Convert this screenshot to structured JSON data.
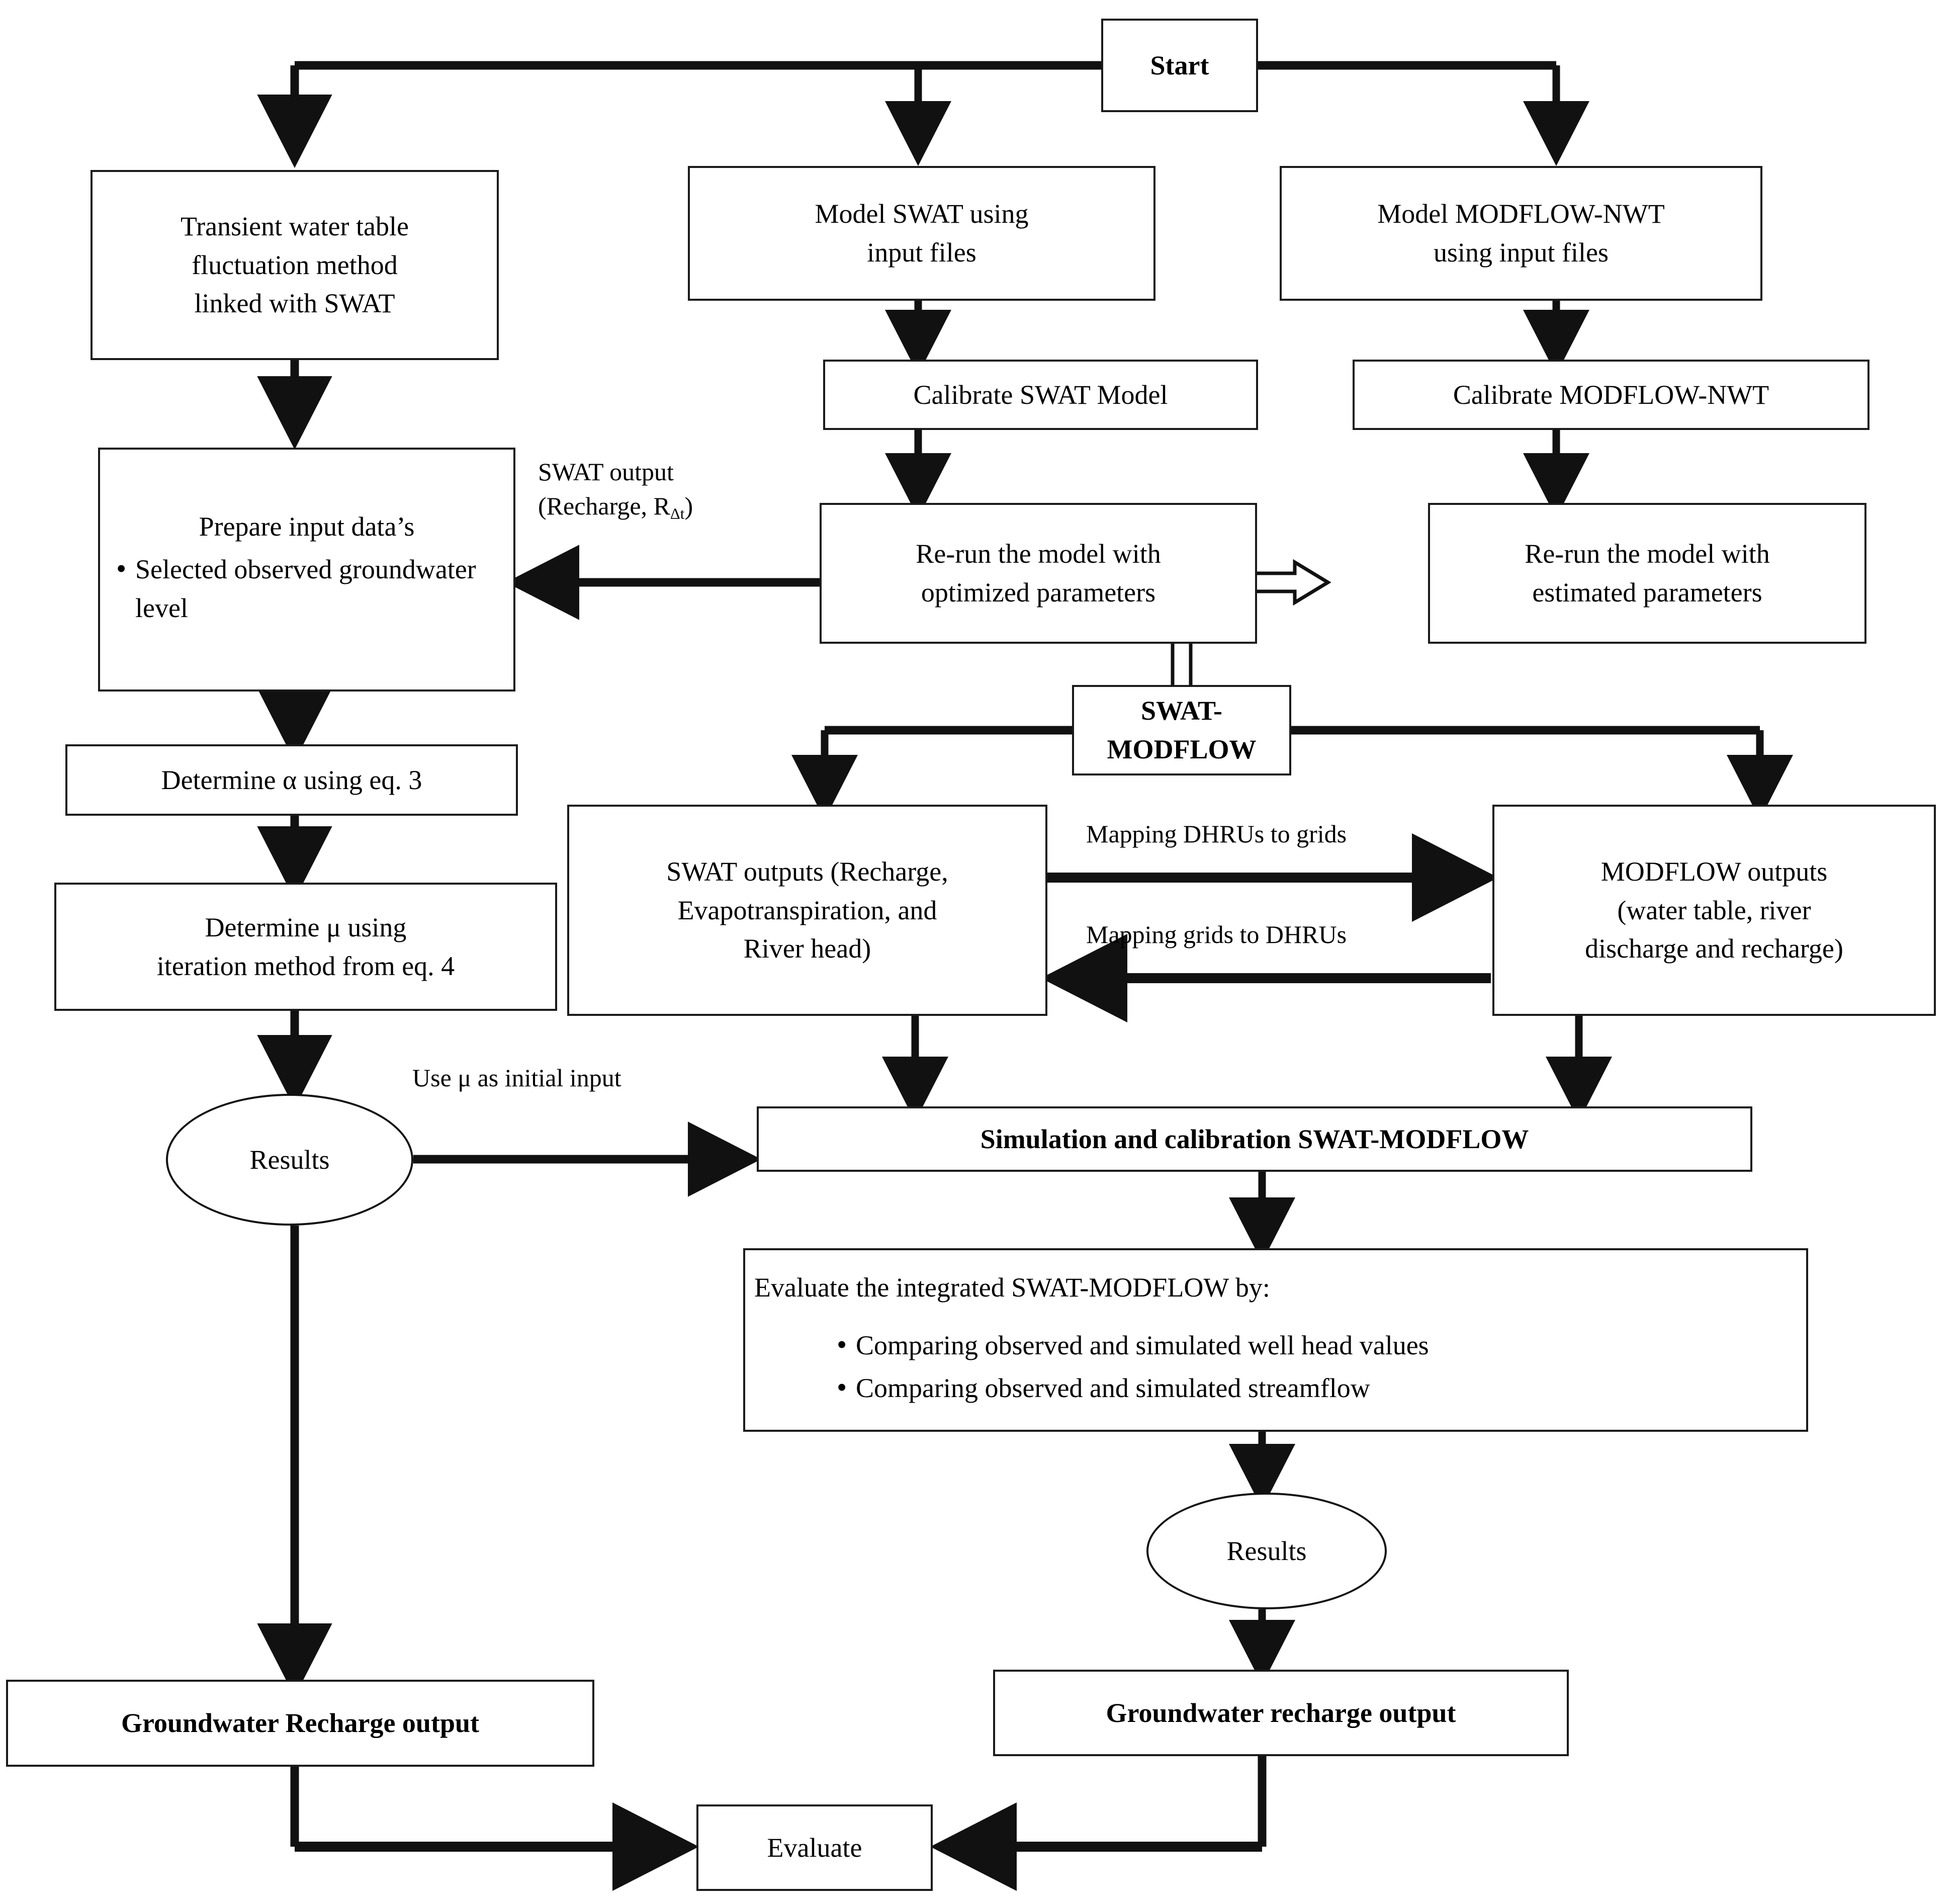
{
  "diagram": {
    "title": "SWAT / MODFLOW-NWT integrated groundwater recharge modelling workflow",
    "type": "flowchart",
    "colors": {
      "stroke": "#1a1a1a",
      "fill": "#ffffff",
      "text": "#000000"
    }
  },
  "nodes": {
    "start": {
      "label": "Start"
    },
    "twtf": {
      "line1": "Transient water table",
      "line2": "fluctuation method",
      "line3": "linked with SWAT"
    },
    "model_swat": {
      "line1": "Model SWAT using",
      "line2": "input files"
    },
    "model_modflow": {
      "line1": "Model MODFLOW-NWT",
      "line2": "using input files"
    },
    "calibrate_swat": {
      "label": "Calibrate SWAT Model"
    },
    "calibrate_modflow": {
      "label": "Calibrate MODFLOW-NWT"
    },
    "prepare_input": {
      "header": "Prepare input data’s",
      "bullets": [
        "Selected observed groundwater level"
      ]
    },
    "rerun_optimized": {
      "line1": "Re-run the model with",
      "line2": "optimized parameters"
    },
    "rerun_estimated": {
      "line1": "Re-run the model with",
      "line2": "estimated parameters"
    },
    "swat_modflow": {
      "label": "SWAT-MODFLOW"
    },
    "determine_alpha": {
      "label": "Determine α using eq. 3"
    },
    "determine_mu": {
      "line1": "Determine μ using",
      "line2": "iteration method from eq. 4"
    },
    "results_left": {
      "label": "Results"
    },
    "swat_outputs": {
      "line1": "SWAT outputs (Recharge,",
      "line2": "Evapotranspiration, and",
      "line3": "River head)"
    },
    "modflow_outputs": {
      "line1": "MODFLOW outputs",
      "line2": "(water table, river",
      "line3": "discharge and recharge)"
    },
    "simulation_calibration": {
      "label": "Simulation and calibration SWAT-MODFLOW"
    },
    "evaluate_integrated": {
      "header": "Evaluate the integrated SWAT-MODFLOW by:",
      "bullets": [
        "Comparing observed and simulated well head values",
        "Comparing observed and simulated streamflow"
      ]
    },
    "results_right": {
      "label": "Results"
    },
    "gw_recharge_output_left": {
      "label": "Groundwater Recharge output"
    },
    "gw_recharge_output_right": {
      "label": "Groundwater recharge output"
    },
    "evaluate": {
      "label": "Evaluate"
    }
  },
  "edge_labels": {
    "swat_output": {
      "line1": "SWAT output",
      "line2_prefix": "(Recharge, R",
      "line2_sub": "Δt",
      "line2_suffix": ")"
    },
    "mapping_dhrus_to_grids": "Mapping DHRUs to grids",
    "mapping_grids_to_dhrus": "Mapping grids to DHRUs",
    "use_mu_as_initial_input": "Use μ as initial input"
  }
}
